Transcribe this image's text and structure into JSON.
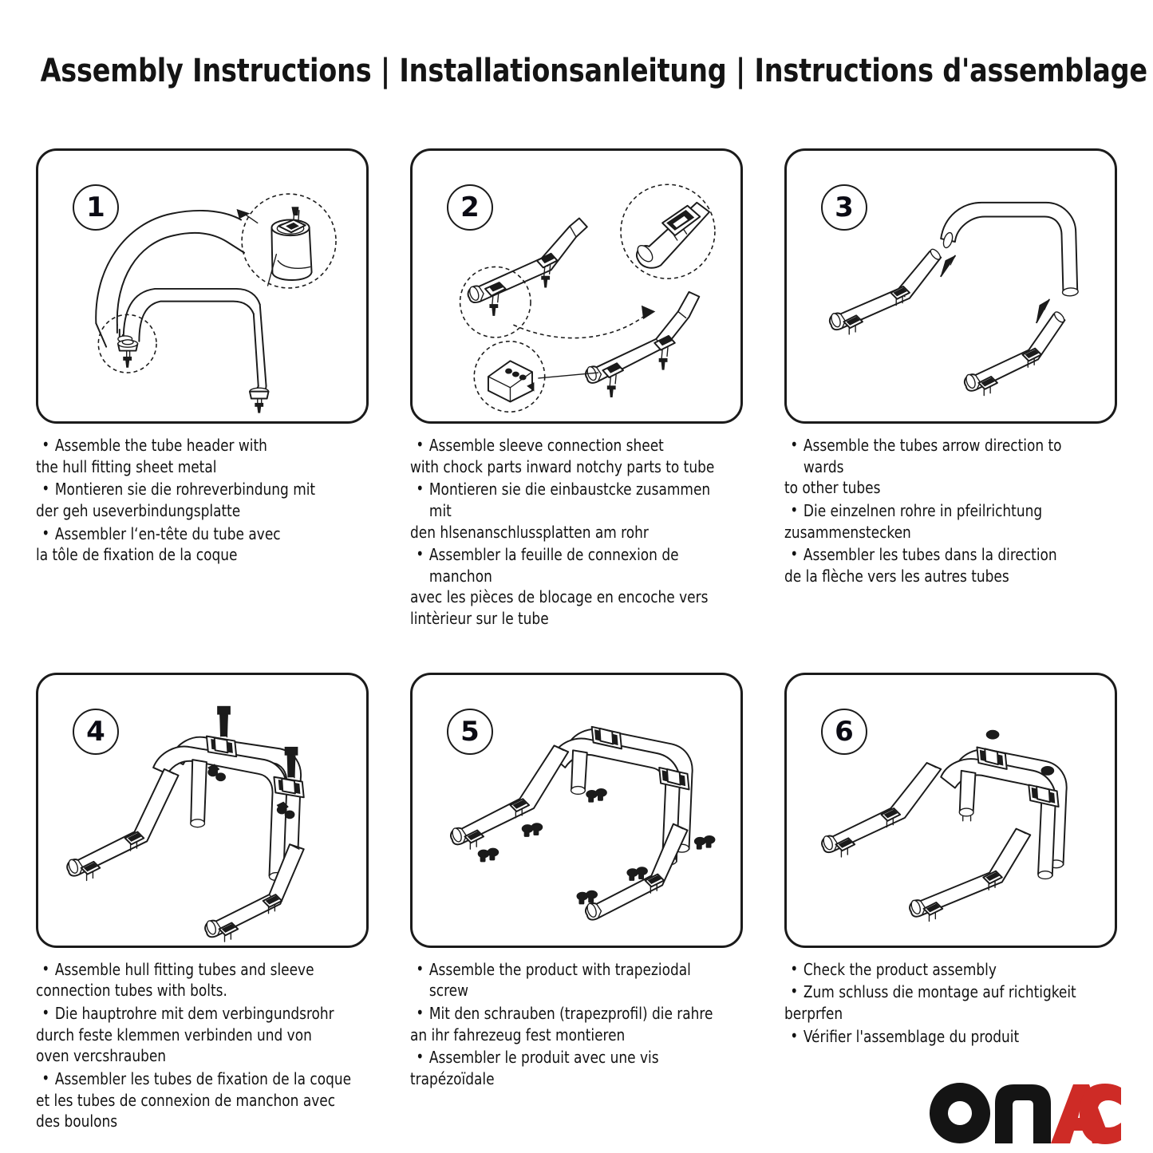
{
  "document": {
    "title": "Assembly Instructions | Installationsanleitung | Instructions d'assemblage"
  },
  "brand": {
    "name": "OMAC",
    "part_dark": "OM",
    "part_red": "AC",
    "color_dark": "#141414",
    "color_red": "#CE2B26"
  },
  "steps": [
    {
      "number": "1",
      "illustration": "curved-tube-with-sheet-metal-detail",
      "bullets": [
        {
          "line1": "Assemble the tube header with",
          "cont": [
            "the hull fitting sheet metal"
          ]
        },
        {
          "line1": "Montieren sie die rohreverbindung mit",
          "cont": [
            "der geh useverbindungsplatte"
          ]
        },
        {
          "line1": "Assembler l‘en-tête du tube avec",
          "cont": [
            "la tôle de fixation de la coque"
          ]
        }
      ]
    },
    {
      "number": "2",
      "illustration": "two-tubes-with-sleeve-connection-sheets",
      "bullets": [
        {
          "line1": "Assemble sleeve connection sheet",
          "cont": [
            "with chock parts inward notchy parts to tube"
          ]
        },
        {
          "line1": "Montieren sie die einbaustcke zusammen mit",
          "cont": [
            "den hlsenanschlussplatten am rohr"
          ]
        },
        {
          "line1": "Assembler la feuille de connexion de manchon",
          "cont": [
            "avec les pièces de blocage en encoche vers",
            "lintèrieur sur le tube"
          ]
        }
      ]
    },
    {
      "number": "3",
      "illustration": "tubes-joined-with-direction-arrows",
      "bullets": [
        {
          "line1": "Assemble the tubes arrow direction to wards",
          "cont": [
            "to other tubes"
          ]
        },
        {
          "line1": "Die einzelnen rohre in pfeilrichtung",
          "cont": [
            "zusammenstecken"
          ]
        },
        {
          "line1": "Assembler les tubes dans la direction",
          "cont": [
            "de la flèche vers les autres tubes"
          ]
        }
      ]
    },
    {
      "number": "4",
      "illustration": "roll-bar-frame-with-bolts-exploded",
      "bullets": [
        {
          "line1": "Assemble hull fitting tubes and sleeve",
          "cont": [
            "connection tubes with bolts."
          ]
        },
        {
          "line1": "Die hauptrohre mit dem verbingundsrohr",
          "cont": [
            "durch feste klemmen verbinden und von",
            "oven vercshrauben"
          ]
        },
        {
          "line1": "Assembler les tubes de fixation de la coque",
          "cont": [
            "et les tubes de connexion de manchon avec",
            "des boulons"
          ]
        }
      ]
    },
    {
      "number": "5",
      "illustration": "assembled-roll-bar-with-trapezoidal-screws",
      "bullets": [
        {
          "line1": "Assemble the product with trapeziodal screw",
          "cont": []
        },
        {
          "line1": "Mit den schrauben (trapezprofil) die rahre",
          "cont": [
            "an ihr fahrezeug fest montieren"
          ]
        },
        {
          "line1": "Assembler le produit avec une vis",
          "cont": [
            "trapézoïdale"
          ]
        }
      ]
    },
    {
      "number": "6",
      "illustration": "finished-roll-bar-assembly-check",
      "bullets": [
        {
          "line1": "Check the product assembly",
          "cont": []
        },
        {
          "line1": "Zum schluss die montage auf richtigkeit",
          "cont": [
            "berprfen"
          ]
        },
        {
          "line1": "Vérifier l'assemblage du produit",
          "cont": []
        }
      ]
    }
  ]
}
